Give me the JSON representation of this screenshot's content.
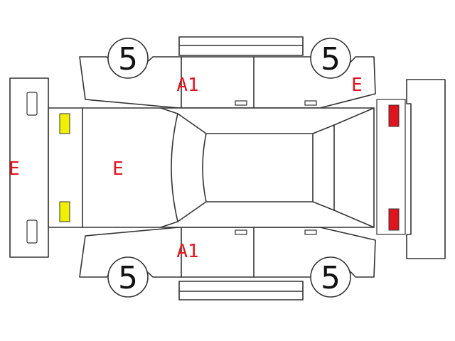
{
  "colors": {
    "outline": "#333333",
    "mark_text": "#e0141e",
    "front_light": "#f0f000",
    "rear_light": "#e0141e"
  },
  "wheels": {
    "front_left": "5",
    "front_right": "5",
    "rear_left": "5",
    "rear_right": "5"
  },
  "marks": {
    "front_bumper": "E",
    "hood": "E",
    "upper_front_door": "A1",
    "lower_front_door": "A1",
    "upper_rear_fender": "E"
  },
  "icons": {
    "front_lights": "yellow-square",
    "rear_lights": "red-square"
  }
}
